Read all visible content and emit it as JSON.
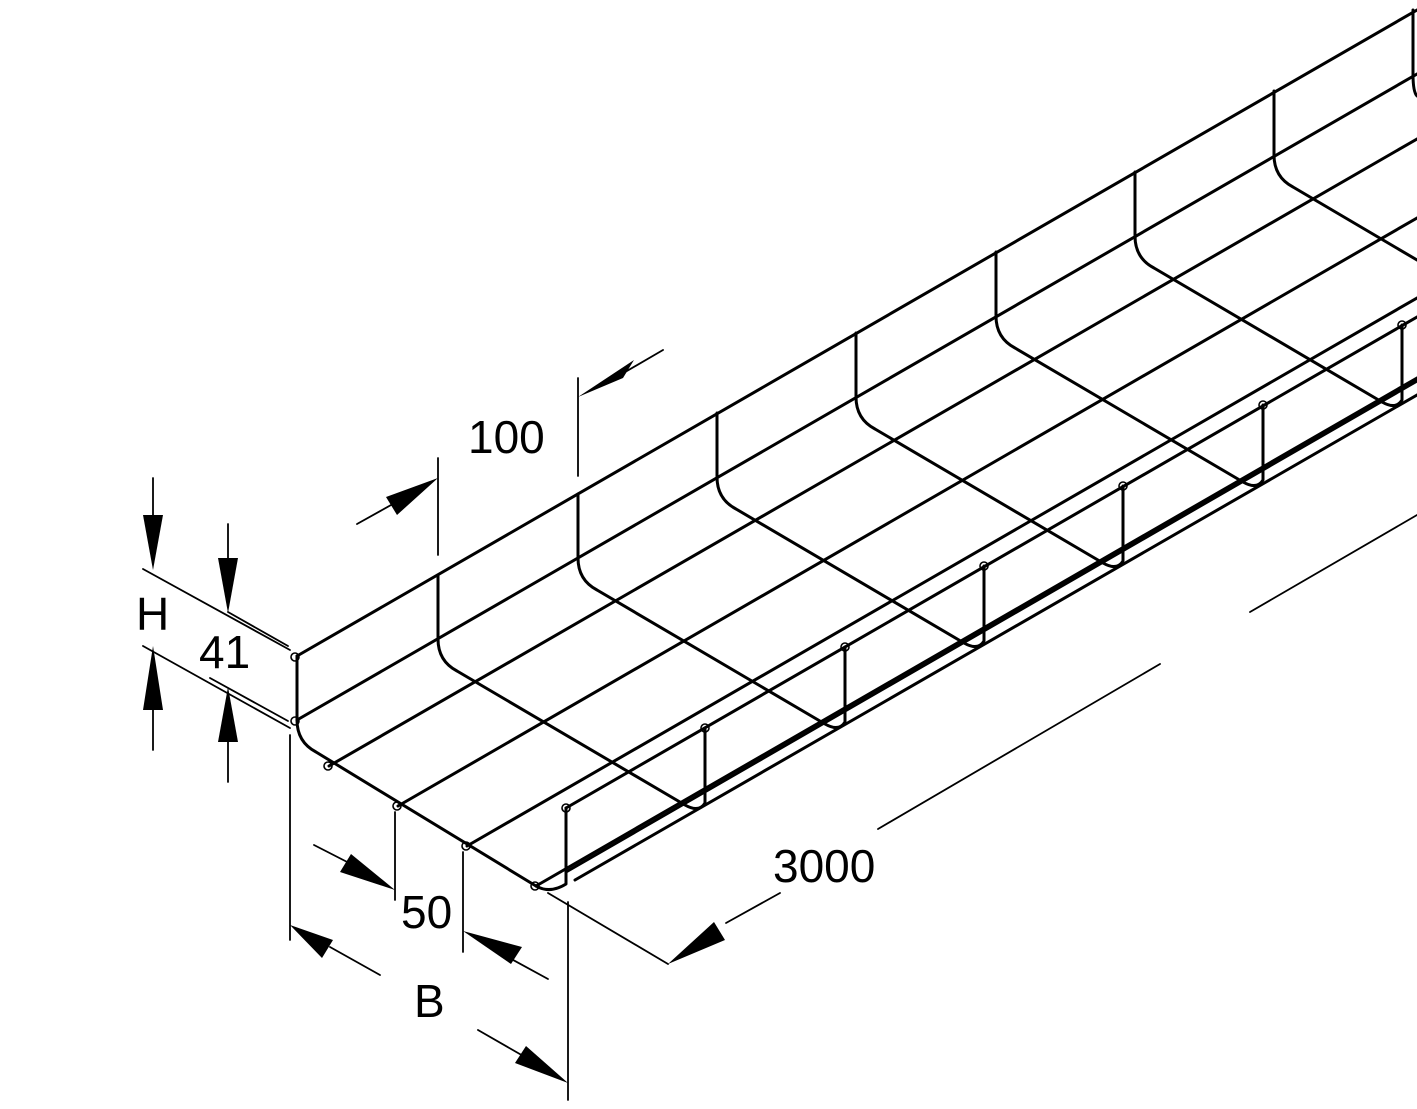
{
  "dimensions": {
    "mesh_pitch": "100",
    "height_symbol": "H",
    "height_value": "41",
    "bottom_pitch": "50",
    "width_symbol": "B",
    "length": "3000"
  },
  "colors": {
    "line": "#000000",
    "background": "#ffffff"
  }
}
